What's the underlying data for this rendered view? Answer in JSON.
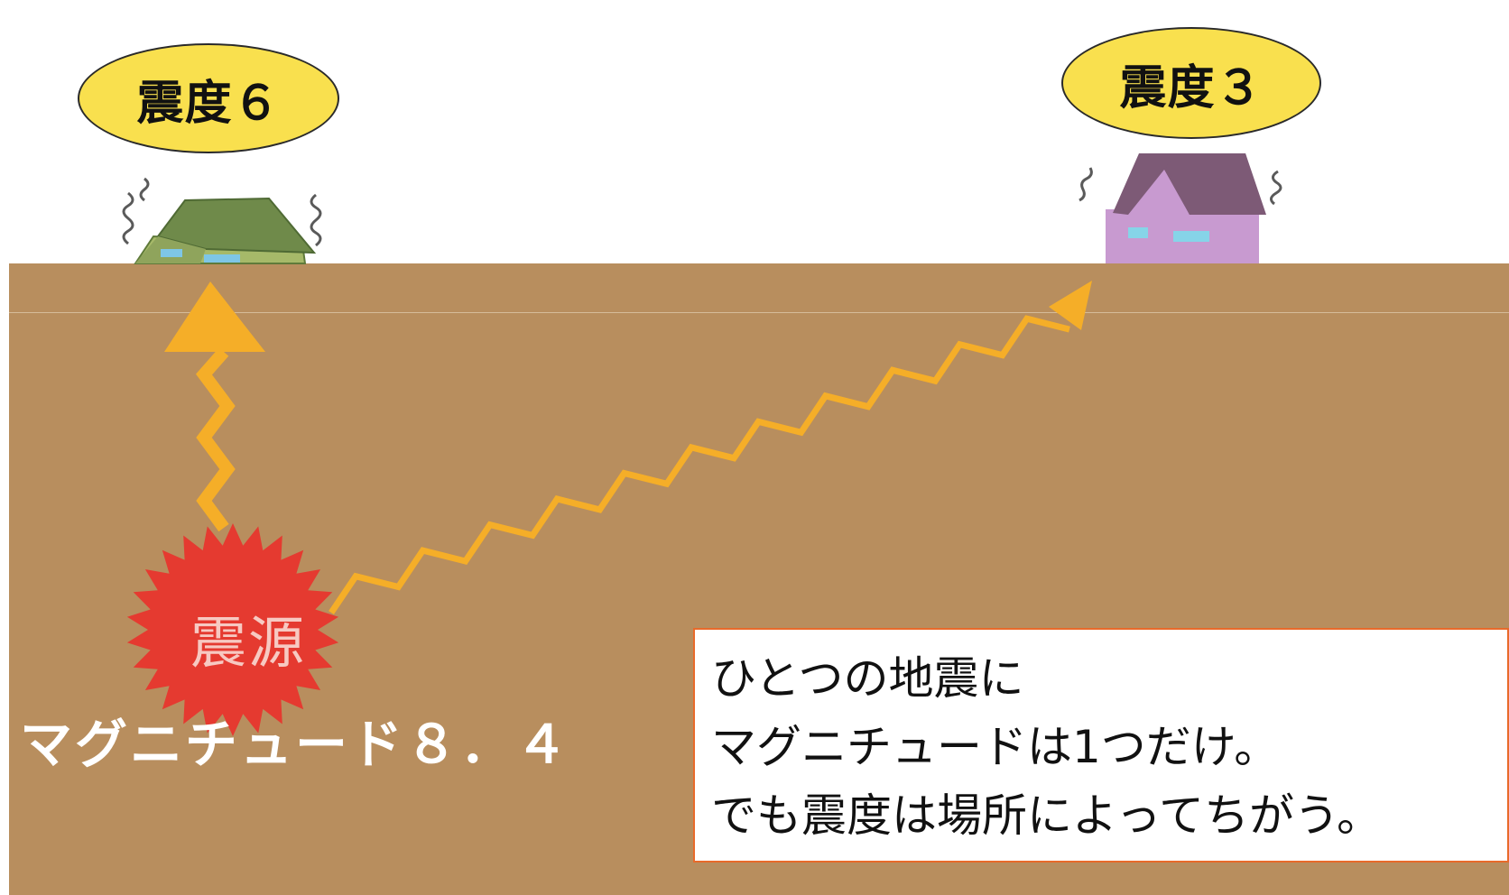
{
  "labels": {
    "intensity_near": "震度６",
    "intensity_far": "震度３",
    "epicenter": "震源",
    "magnitude": "マグニチュード８．４"
  },
  "note": {
    "lines": [
      "ひとつの地震に",
      "マグニチュードは1つだけ。",
      "でも震度は場所によってちがう。"
    ]
  },
  "colors": {
    "ground": "#b88e5e",
    "label_fill": "#f9e04e",
    "epicenter_burst": "#e53a30",
    "wave_arrow": "#f5ae28",
    "house_near": "#7f9a55",
    "house_far": "#c89ad0",
    "note_border": "#e86a2a"
  },
  "icons": [
    "house-icon",
    "shake-mark-icon",
    "epicenter-burst-icon",
    "seismic-wave-arrow-icon"
  ]
}
